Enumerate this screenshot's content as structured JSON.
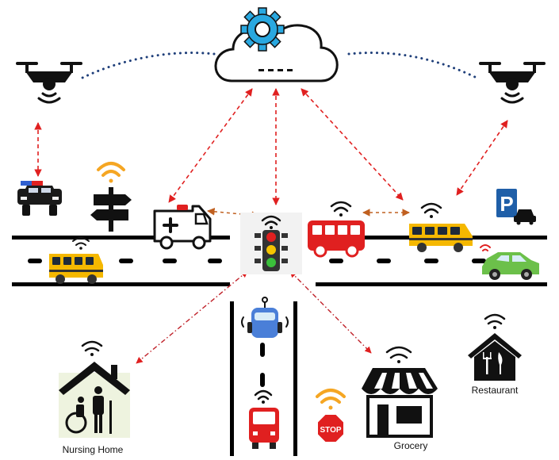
{
  "labels": {
    "nursing_home": "Nursing Home",
    "grocery": "Grocery",
    "restaurant": "Restaurant",
    "stop_sign": "STOP",
    "parking_sign": "P"
  },
  "icons": [
    "cloud-gear-icon",
    "drone-icon",
    "police-car-icon",
    "road-sign-icon",
    "ambulance-icon",
    "traffic-light-icon",
    "bus-icon",
    "school-bus-icon",
    "parking-icon",
    "car-icon",
    "nursing-home-icon",
    "grocery-store-icon",
    "restaurant-icon",
    "stop-sign-icon",
    "wifi-icon"
  ],
  "colors": {
    "cloud_link": "#e02020",
    "v2v_link": "#c06020",
    "drone_link": "#1f3f7a",
    "gear": "#29a8e0",
    "wifi_orange": "#f5a623",
    "bus_red": "#e02020",
    "school_bus": "#f5b800",
    "parking": "#1f5fa8",
    "car_green": "#6cc04a",
    "car_blue": "#4a7fd8"
  }
}
